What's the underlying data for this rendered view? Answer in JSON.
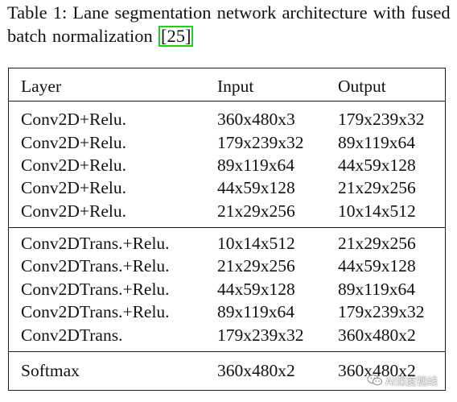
{
  "caption": {
    "label": "Table 1:",
    "text_before_cite": "Lane segmentation network architecture with fused batch normalization ",
    "cite_open": "[",
    "cite_number": "25",
    "cite_close": "]"
  },
  "table": {
    "headers": {
      "layer": "Layer",
      "input": "Input",
      "output": "Output"
    },
    "groups": [
      {
        "rows": [
          {
            "layer": "Conv2D+Relu.",
            "input": "360x480x3",
            "output": "179x239x32"
          },
          {
            "layer": "Conv2D+Relu.",
            "input": "179x239x32",
            "output": "89x119x64"
          },
          {
            "layer": "Conv2D+Relu.",
            "input": "89x119x64",
            "output": "44x59x128"
          },
          {
            "layer": "Conv2D+Relu.",
            "input": "44x59x128",
            "output": "21x29x256"
          },
          {
            "layer": "Conv2D+Relu.",
            "input": "21x29x256",
            "output": "10x14x512"
          }
        ]
      },
      {
        "rows": [
          {
            "layer": "Conv2DTrans.+Relu.",
            "input": "10x14x512",
            "output": "21x29x256"
          },
          {
            "layer": "Conv2DTrans.+Relu.",
            "input": "21x29x256",
            "output": "44x59x128"
          },
          {
            "layer": "Conv2DTrans.+Relu.",
            "input": "44x59x128",
            "output": "89x119x64"
          },
          {
            "layer": "Conv2DTrans.+Relu.",
            "input": "89x119x64",
            "output": "179x239x32"
          },
          {
            "layer": "Conv2DTrans.",
            "input": "179x239x32",
            "output": "360x480x2"
          }
        ]
      },
      {
        "rows": [
          {
            "layer": "Softmax",
            "input": "360x480x2",
            "output": "360x480x2"
          }
        ]
      }
    ]
  },
  "watermark": {
    "text": "AI深度视线",
    "icon": "wechat-icon"
  }
}
